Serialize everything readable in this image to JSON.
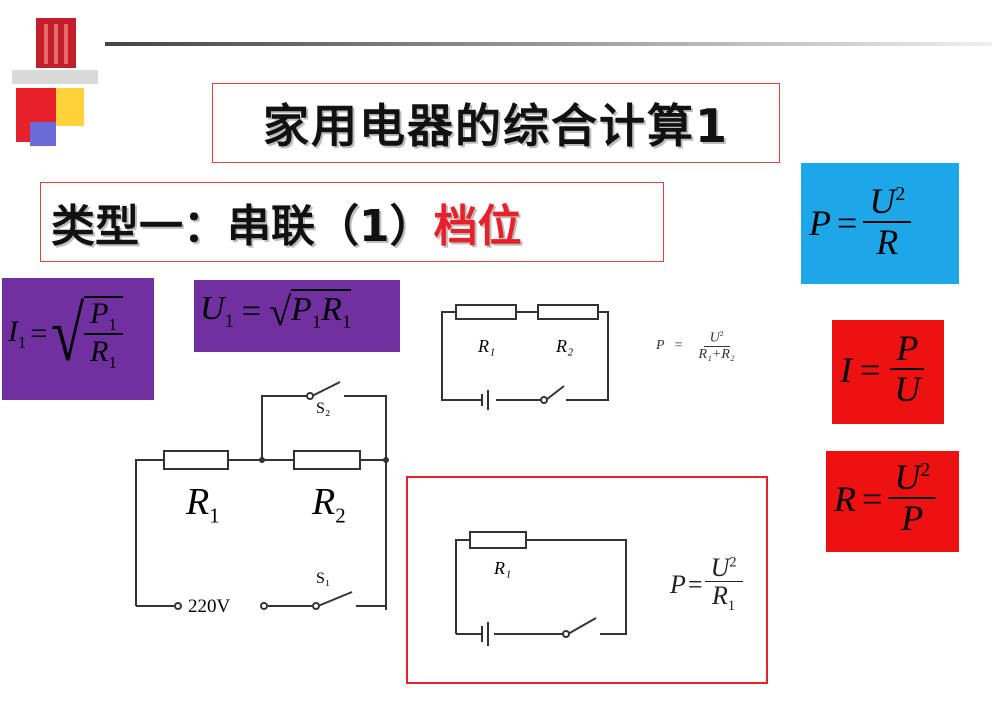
{
  "title": "家用电器的综合计算1",
  "type_line": {
    "prefix": "类型一：串联（1）",
    "highlight": "档位"
  },
  "formulas": {
    "power_top": {
      "lhs": "P",
      "eq": "=",
      "num": "U",
      "num_exp": "2",
      "den": "R"
    },
    "current": {
      "lhs": "I",
      "lhs_sub": "1",
      "eq": "=",
      "num": "P",
      "num_sub": "1",
      "den": "R",
      "den_sub": "1"
    },
    "voltage": {
      "lhs": "U",
      "lhs_sub": "1",
      "eq": "=",
      "rad_a": "P",
      "rad_a_sub": "1",
      "rad_b": "R",
      "rad_b_sub": "1"
    },
    "i_pu": {
      "lhs": "I",
      "eq": "=",
      "num": "P",
      "den": "U"
    },
    "r_up": {
      "lhs": "R",
      "eq": "=",
      "num": "U",
      "num_exp": "2",
      "den": "P"
    },
    "series_small": {
      "lhs": "P",
      "eq": "=",
      "num": "U",
      "num_exp": "2",
      "den": "R₁+R₂"
    },
    "single_small": {
      "lhs": "P",
      "eq": "=",
      "num": "U",
      "num_exp": "2",
      "den": "R",
      "den_sub": "1"
    }
  },
  "circuit_main": {
    "r1": "R",
    "r1_sub": "1",
    "r2": "R",
    "r2_sub": "2",
    "s1": "S₁",
    "s2": "S₂",
    "supply": "220V"
  },
  "circuit_series": {
    "r1": "R₁",
    "r2": "R₂"
  },
  "circuit_single": {
    "r1": "R₁"
  },
  "colors": {
    "blue": "#1ea7e8",
    "purple": "#7030a0",
    "red": "#ee1111",
    "border_red": "#e64040"
  }
}
